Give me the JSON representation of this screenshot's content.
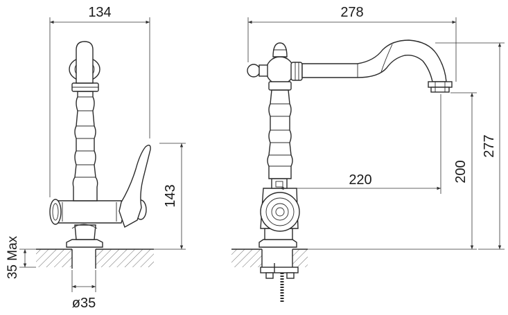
{
  "dimensions": {
    "front_width": "134",
    "front_height": "143",
    "counter_thickness": "35 Max",
    "hole_diameter": "ø35",
    "side_width": "278",
    "spout_reach": "220",
    "spout_height": "200",
    "total_height": "277"
  },
  "colors": {
    "line": "#2a2a2a",
    "background": "#ffffff"
  }
}
